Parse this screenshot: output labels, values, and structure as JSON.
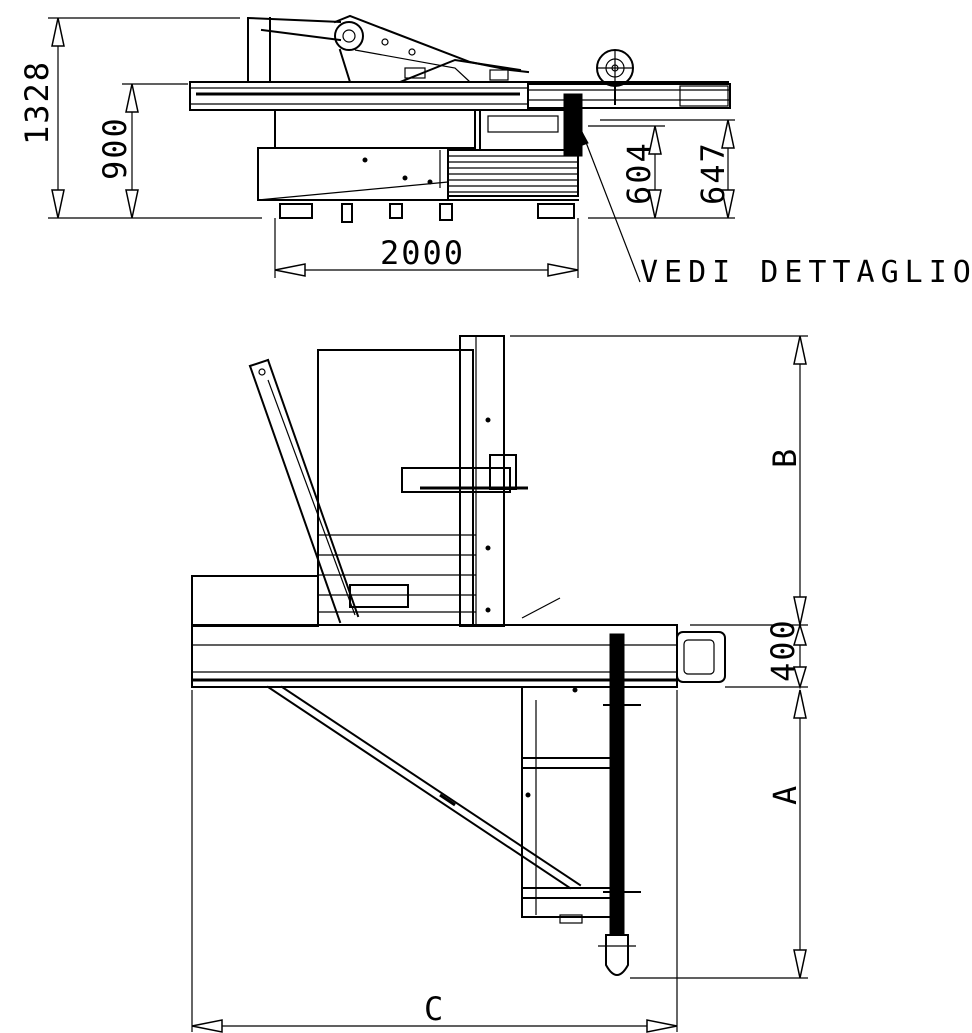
{
  "side_view": {
    "dims": {
      "total_height": "1328",
      "table_height": "900",
      "length": "2000",
      "height_604": "604",
      "height_647": "647"
    },
    "detail_note": "VEDI DETTAGLIO A"
  },
  "top_view": {
    "dims": {
      "b": "B",
      "d400": "400",
      "a": "A",
      "c": "C"
    }
  }
}
